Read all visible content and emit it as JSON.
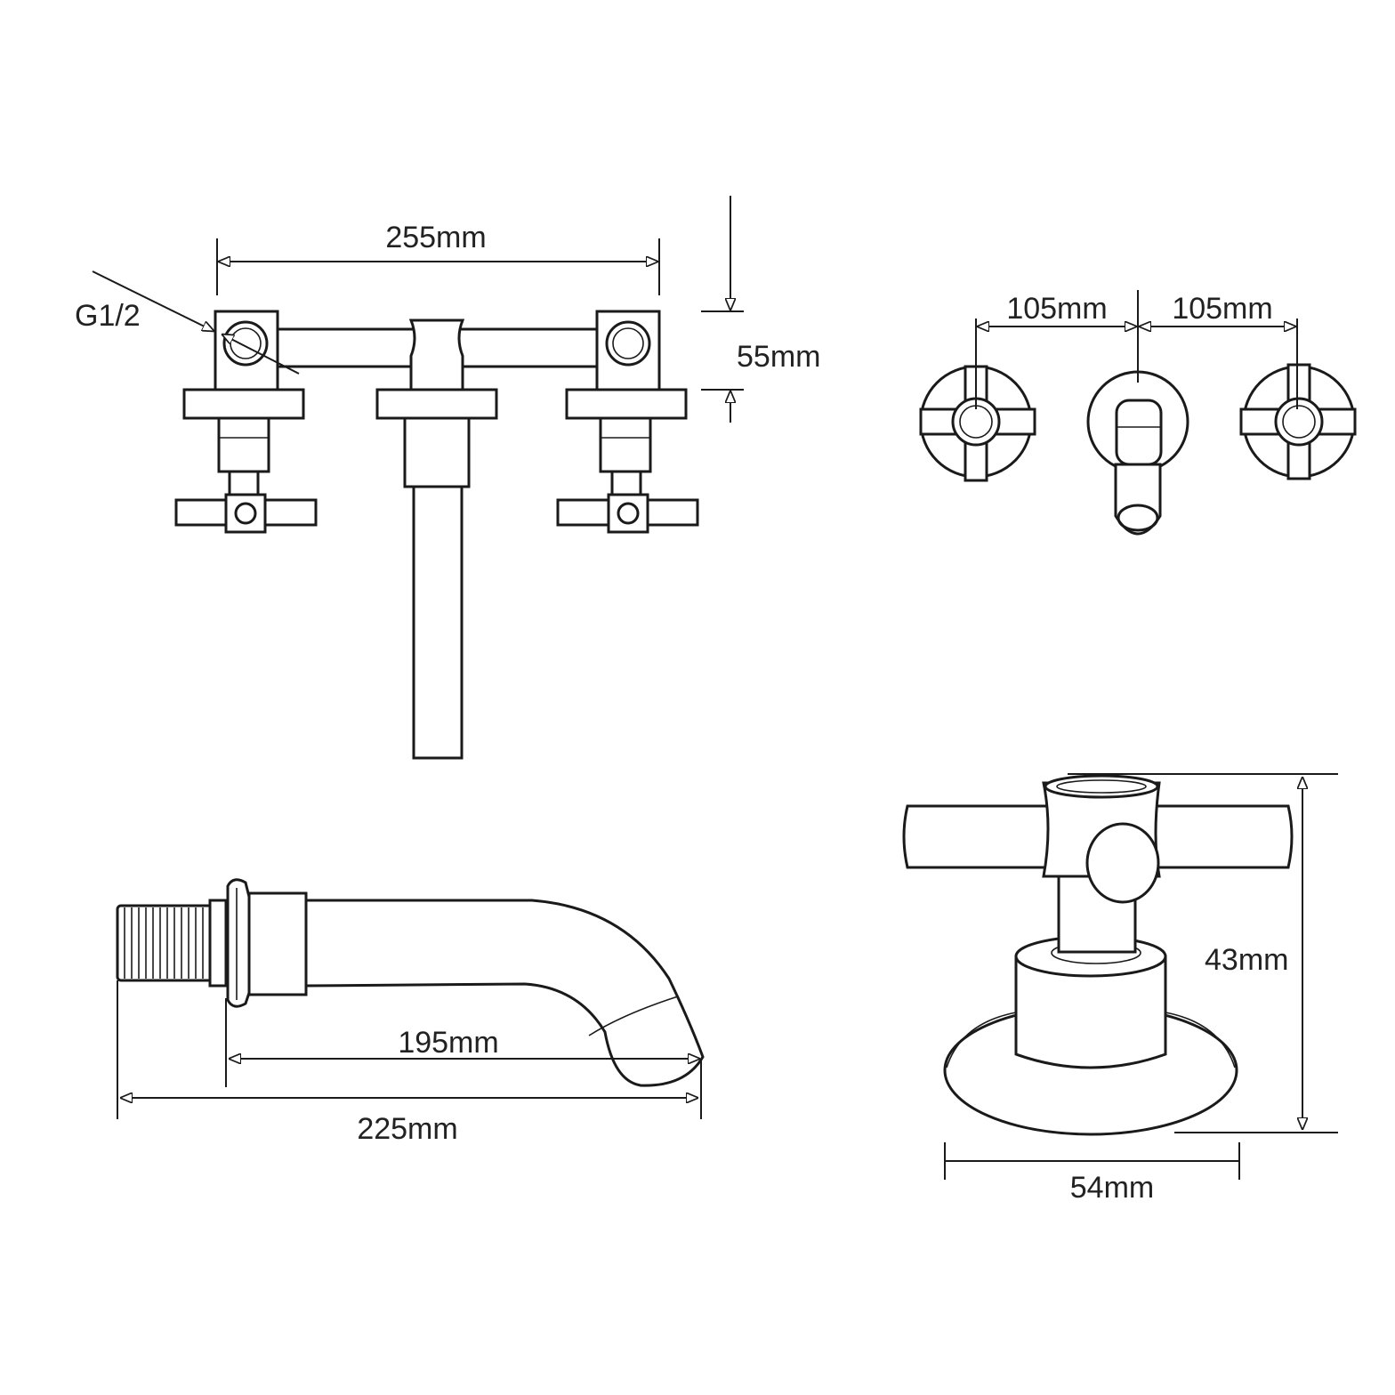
{
  "dimensions": {
    "front_width": "255mm",
    "thread": "G1/2",
    "height_55": "55mm",
    "spacing_left": "105mm",
    "spacing_right": "105mm",
    "spout_projection": "195mm",
    "spout_total": "225mm",
    "handle_height": "43mm",
    "flange_diameter": "54mm"
  }
}
